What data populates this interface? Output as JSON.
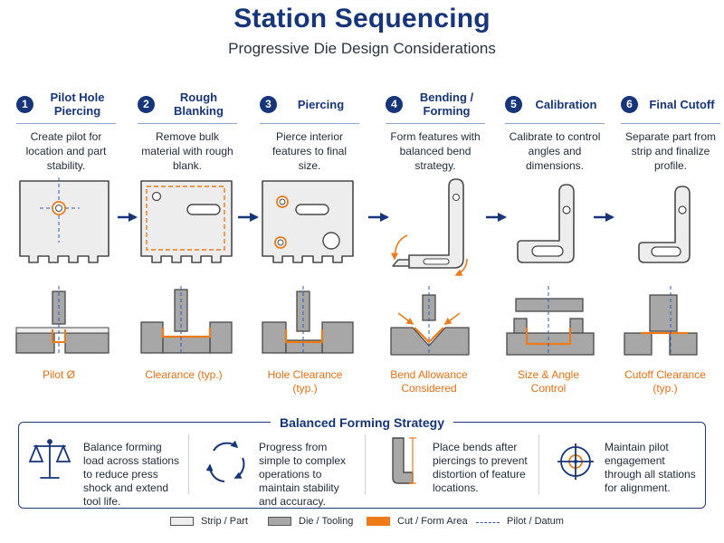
{
  "header": {
    "title": "Station Sequencing",
    "subtitle": "Progressive Die Design Considerations"
  },
  "steps": [
    {
      "number": "1",
      "title": "Pilot Hole Piercing",
      "description": "Create pilot for location and part stability.",
      "tool_label": "Pilot Ø"
    },
    {
      "number": "2",
      "title": "Rough Blanking",
      "description": "Remove bulk material with rough blank.",
      "tool_label": "Clearance (typ.)"
    },
    {
      "number": "3",
      "title": "Piercing",
      "description": "Pierce interior features to final size.",
      "tool_label": "Hole Clearance (typ.)"
    },
    {
      "number": "4",
      "title": "Bending / Forming",
      "description": "Form features with balanced bend strategy.",
      "tool_label": "Bend Allowance Considered"
    },
    {
      "number": "5",
      "title": "Calibration",
      "description": "Calibrate to control angles and dimensions.",
      "tool_label": "Size & Angle Control"
    },
    {
      "number": "6",
      "title": "Final Cutoff",
      "description": "Separate part from strip and finalize profile.",
      "tool_label": "Cutoff Clearance (typ.)"
    }
  ],
  "strategy": {
    "title": "Balanced Forming Strategy",
    "tips": [
      {
        "text": "Balance forming load across stations to reduce press shock and extend tool life.",
        "icon": "balance-scale-icon"
      },
      {
        "text": "Progress from simple to complex operations to maintain stability and accuracy.",
        "icon": "cycle-arrows-icon"
      },
      {
        "text": "Place bends after piercings to prevent distortion of feature locations.",
        "icon": "bent-part-icon"
      },
      {
        "text": "Maintain pilot engagement through all stations for alignment.",
        "icon": "crosshair-target-icon"
      }
    ]
  },
  "legend": [
    {
      "label": "Strip / Part",
      "swatch": "strip"
    },
    {
      "label": "Die / Tooling",
      "swatch": "die"
    },
    {
      "label": "Cut / Form Area",
      "swatch": "cut"
    },
    {
      "label": "Pilot / Datum",
      "swatch": "pilot"
    }
  ],
  "colors": {
    "primary": "#16357a",
    "accent": "#ee7a18",
    "strip": "#ededed",
    "die": "#a7a7a7",
    "pilot": "#2f5bb5"
  }
}
